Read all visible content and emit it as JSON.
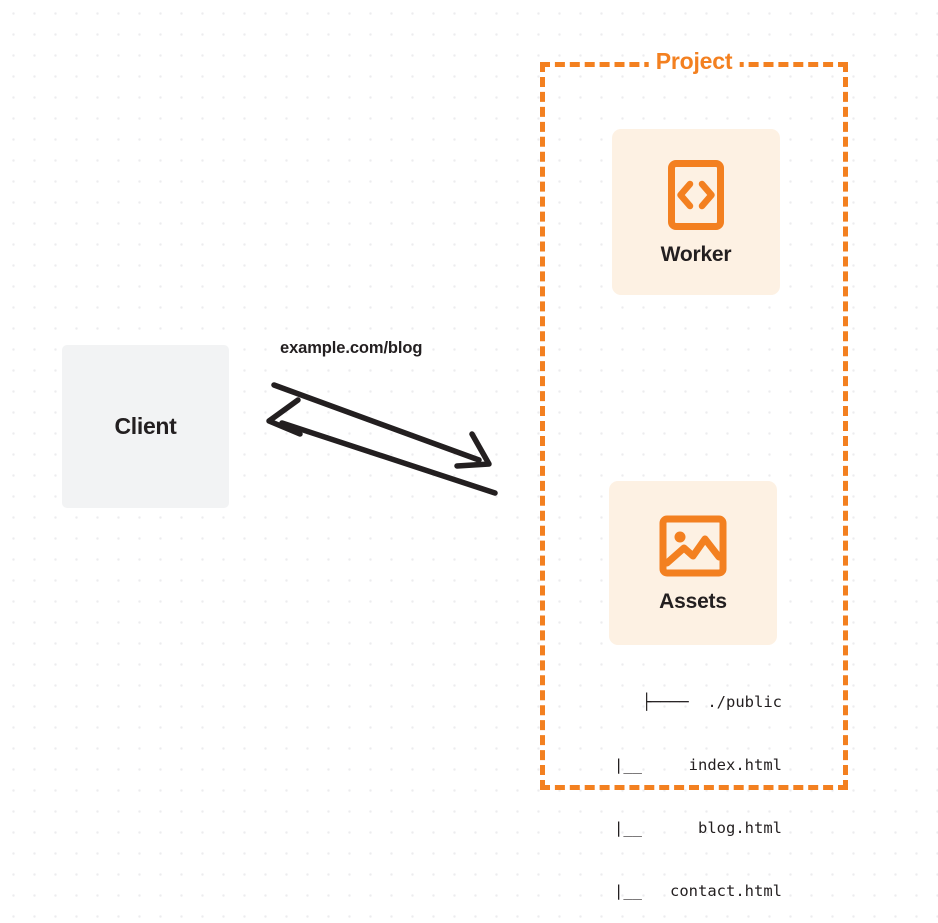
{
  "diagram": {
    "title": "Client to Project request flow",
    "colors": {
      "accent_orange": "#f38020",
      "node_fill": "#fdf1e3",
      "client_fill": "#f2f3f4",
      "text_dark": "#231f20",
      "grid_dot": "#ececee"
    }
  },
  "client": {
    "label": "Client"
  },
  "connection": {
    "request_label": "example.com/blog",
    "request_arrow_icon": "arrow-right-icon",
    "response_arrow_icon": "arrow-left-icon"
  },
  "project": {
    "label": "Project",
    "nodes": [
      {
        "id": "worker",
        "label": "Worker",
        "icon": "code-file-icon"
      },
      {
        "id": "assets",
        "label": "Assets",
        "icon": "image-icon"
      }
    ],
    "file_tree": [
      "├────  ./public",
      "|__     index.html",
      "|__      blog.html",
      "|__   contact.html"
    ]
  }
}
